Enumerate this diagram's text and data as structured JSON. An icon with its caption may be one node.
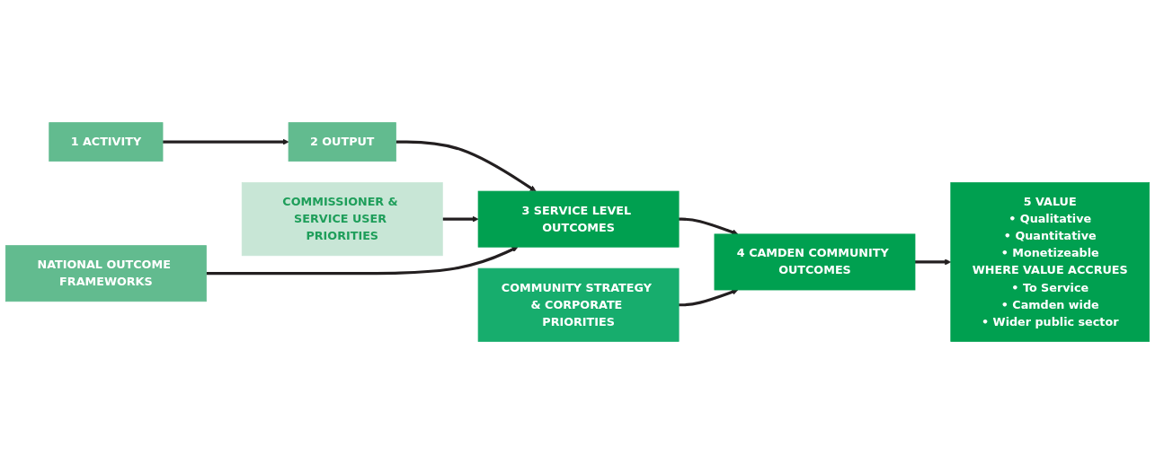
{
  "diagram": {
    "nodes": [
      {
        "text": [
          "1 ACTIVITY"
        ]
      },
      {
        "text": [
          "2 OUTPUT"
        ]
      },
      {
        "text": [
          "3 SERVICE LEVEL OUTCOMES"
        ]
      },
      {
        "text": [
          "4 CAMDEN COMMUNITY OUTCOMES"
        ]
      },
      {
        "text": [
          "5 VALUE",
          "• Qualitative",
          "• Quantitative",
          "• Monetizeable",
          "WHERE VALUE ACCRUES",
          "• To Service",
          "• Camden wide",
          "• Wider public sector"
        ]
      },
      {
        "text": [
          "COMMISSIONER & SERVICE USER PRIORITIES"
        ]
      },
      {
        "text": [
          "COMMUNITY STRATEGY & CORPORATE PRIORITIES"
        ]
      },
      {
        "text": [
          "NATIONAL OUTCOME FRAMEWORKS"
        ]
      }
    ],
    "edges": [
      {
        "from": 0,
        "to": 1,
        "arrow": "to"
      },
      {
        "from": 1,
        "to": 2,
        "arrow": "to"
      },
      {
        "from": 2,
        "to": 3,
        "arrow": "to"
      },
      {
        "from": 3,
        "to": 4,
        "arrow": "to"
      },
      {
        "from": 5,
        "to": 2,
        "arrow": "to"
      },
      {
        "from": 6,
        "to": 3,
        "arrow": "to"
      },
      {
        "from": 7,
        "to": 2,
        "arrow": "to"
      }
    ]
  }
}
